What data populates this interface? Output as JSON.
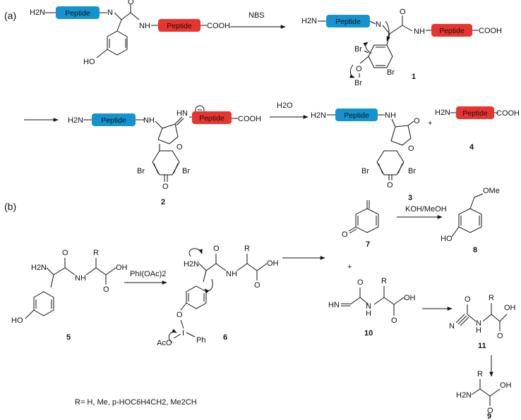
{
  "panels": {
    "a": "(a)",
    "b": "(b)"
  },
  "reagents": {
    "nbs": "NBS",
    "water": "H2O",
    "pifa": "PhI(OAc)2",
    "koh": "KOH/MeOH"
  },
  "peptide_label": "Peptide",
  "groups": {
    "h2n": "H2N",
    "nh": "N",
    "nh2": "NH",
    "hn": "HN",
    "cooh": "COOH",
    "ho": "HO",
    "oh": "OH",
    "br": "Br",
    "o": "O",
    "r": "R",
    "h": "H",
    "n": "N",
    "ome": "OMe",
    "aco": "AcO",
    "i": "I",
    "ph": "Ph",
    "plus": "+"
  },
  "compound_numbers": {
    "c1": "1",
    "c2": "2",
    "c3": "3",
    "c4": "4",
    "c5": "5",
    "c6": "6",
    "c7": "7",
    "c8": "8",
    "c9": "9",
    "c10": "10",
    "c11": "11"
  },
  "footnote": "R= H, Me, p-HOC6H4CH2, Me2CH",
  "colors": {
    "peptide_blue": "#1493cf",
    "peptide_red": "#e8342f"
  }
}
